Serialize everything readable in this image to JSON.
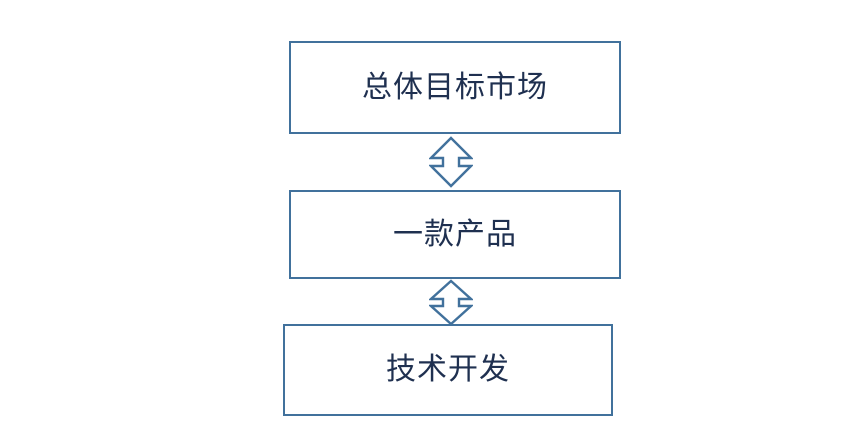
{
  "diagram": {
    "title": "",
    "background_color": "#FFFFFF",
    "box_border_color": "#41719C",
    "box_fill_color": "#FFFFFF",
    "text_color": "#1F3050",
    "arrow_color": "#41719C",
    "orientation": "vertical",
    "nodes": [
      {
        "id": "total-market",
        "label": "总体目标市场",
        "order": 1
      },
      {
        "id": "one-product",
        "label": "一款产品",
        "order": 2
      },
      {
        "id": "tech-dev",
        "label": "技术开发",
        "order": 3
      }
    ],
    "connectors": [
      {
        "id": "market-product",
        "icon": "double-headed-vertical-arrow",
        "from": "total-market",
        "to": "one-product",
        "direction": "bidirectional"
      },
      {
        "id": "product-techdev",
        "icon": "double-headed-vertical-arrow",
        "from": "one-product",
        "to": "tech-dev",
        "direction": "bidirectional"
      }
    ]
  }
}
